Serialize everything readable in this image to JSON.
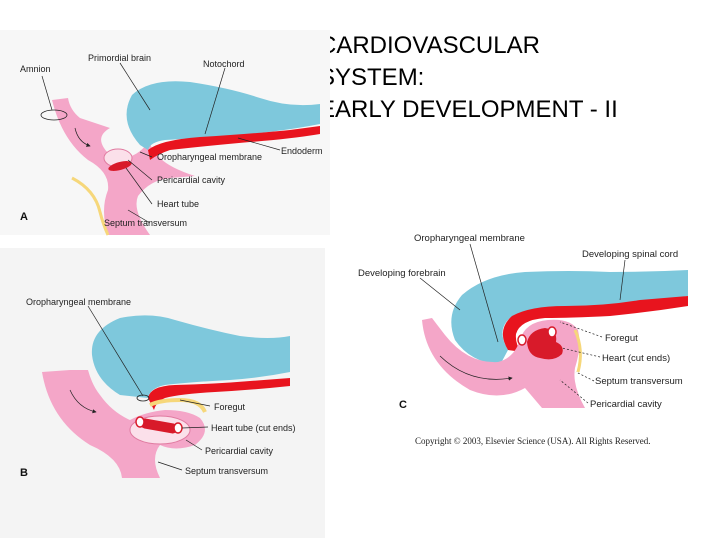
{
  "title": {
    "line1": "CARDIOVASCULAR",
    "line2": "SYSTEM:",
    "line3": "EARLY DEVELOPMENT - II"
  },
  "panel_a": {
    "letter": "A",
    "labels": {
      "amnion": "Amnion",
      "primordial_brain": "Primordial brain",
      "notochord": "Notochord",
      "endoderm": "Endoderm",
      "oropharyngeal_membrane": "Oropharyngeal membrane",
      "pericardial_cavity": "Pericardial cavity",
      "heart_tube": "Heart tube",
      "septum_transversum": "Septum transversum"
    }
  },
  "panel_b": {
    "letter": "B",
    "labels": {
      "oropharyngeal_membrane": "Oropharyngeal membrane",
      "foregut": "Foregut",
      "heart_tube_cut": "Heart tube (cut ends)",
      "pericardial_cavity": "Pericardial cavity",
      "septum_transversum": "Septum transversum"
    }
  },
  "panel_c": {
    "letter": "C",
    "labels": {
      "oropharyngeal_membrane": "Oropharyngeal membrane",
      "developing_spinal_cord": "Developing spinal cord",
      "developing_forebrain": "Developing forebrain",
      "foregut": "Foregut",
      "heart_cut_ends": "Heart (cut ends)",
      "septum_transversum": "Septum transversum",
      "pericardial_cavity": "Pericardial cavity"
    },
    "copyright": "Copyright © 2003, Elsevier Science (USA). All Rights Reserved."
  },
  "colors": {
    "neural_tissue": "#7ec8dc",
    "endoderm_red": "#e8141e",
    "heart_red": "#d81a2a",
    "mesoderm_pink": "#f4a6c8",
    "yellow_layer": "#f6d77a",
    "panel_background": "#f4f4f4"
  }
}
